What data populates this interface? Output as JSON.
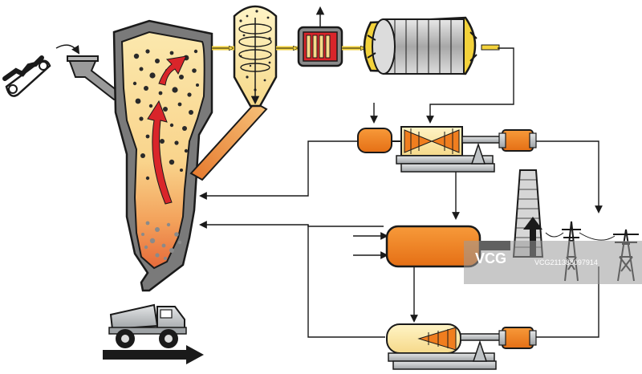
{
  "diagram": {
    "kind": "power-plant-process-flow",
    "components": [
      "conveyor-feeder",
      "feed-hopper",
      "fluidized-bed-furnace",
      "cyclone-separator",
      "heat-exchanger",
      "rotary-drum",
      "steam-turbine-generator-top",
      "steam-turbine-generator-bottom",
      "boiler-drum",
      "chimney",
      "transmission-towers",
      "dump-truck"
    ]
  },
  "watermark": {
    "brand": "VCG",
    "caption": "VCG211388097914"
  },
  "colors": {
    "outline": "#1a1a1a",
    "furnace_wall": "#7a7a7a",
    "orange": "#f07e1f",
    "cream": "#fbe7a6",
    "red": "#d9252a",
    "steel": "#bfc3c6",
    "watermark_bg": "#9a9a9a"
  }
}
